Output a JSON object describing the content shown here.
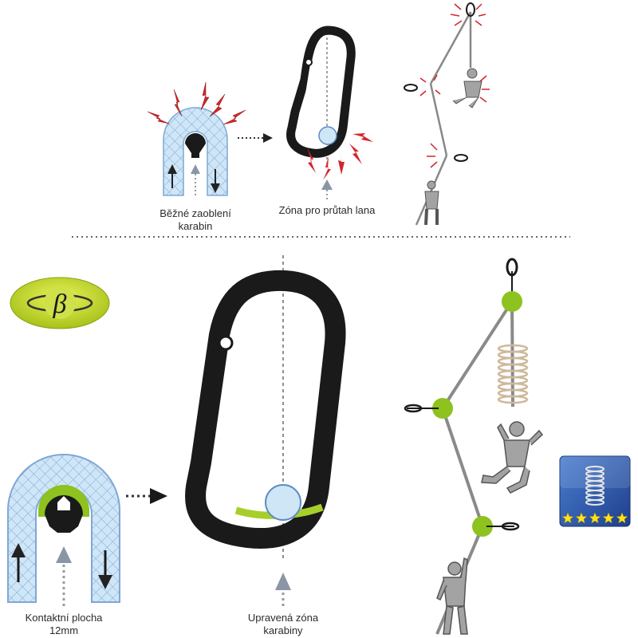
{
  "top": {
    "label_standard_line1": "Běžné zaoblení",
    "label_standard_line2": "karabin",
    "label_rope_zone": "Zóna pro průtah lana"
  },
  "bottom": {
    "label_contact_line1": "Kontaktní plocha",
    "label_contact_line2": "12mm",
    "label_modified_line1": "Upravená zóna",
    "label_modified_line2": "karabiny"
  },
  "badge": {
    "rating_stars": 5,
    "icon": "spring-icon"
  },
  "logo": {
    "icon": "beta-logo-icon"
  },
  "colors": {
    "rope_blue": "#cfe6f7",
    "rope_line": "#7fa7d6",
    "accent_green": "#a7cf2a",
    "stress_red": "#d4262b",
    "carabiner_black": "#1a1a1a",
    "climber_gray": "#a3a3a3",
    "spring_tan": "#cdb89a"
  }
}
